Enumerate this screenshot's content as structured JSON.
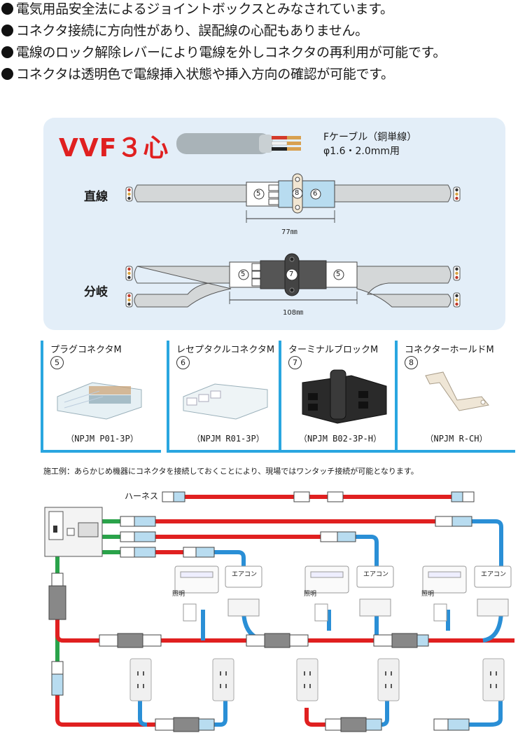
{
  "bullets": [
    "電気用品安全法によるジョイントボックスとみなされています。",
    "コネクタ接続に方向性があり、誤配線の心配もありません。",
    "電線のロック解除レバーにより電線を外しコネクタの再利用が可能です。",
    "コネクタは透明色で電線挿入状態や挿入方向の確認が可能です。"
  ],
  "diagram": {
    "title": "VVF３心",
    "cable_line1": "Fケーブル（銅単線）",
    "cable_line2": "φ1.6・2.0mm用",
    "straight_label": "直線",
    "branch_label": "分岐",
    "straight_dim": "77㎜",
    "branch_dim": "108㎜",
    "num5": "5",
    "num6": "6",
    "num7": "7",
    "num8": "8"
  },
  "products": [
    {
      "name": "プラグコネクタM",
      "num": "5",
      "code": "（NPJM P01-3P）"
    },
    {
      "name": "レセプタクルコネクタM",
      "num": "6",
      "code": "（NPJM R01-3P）"
    },
    {
      "name": "ターミナルブロックM",
      "num": "7",
      "code": "（NPJM B02-3P-H）"
    },
    {
      "name": "コネクターホールドM",
      "num": "8",
      "code": "（NPJM R-CH）"
    }
  ],
  "example_note": "施工例：あらかじめ機器にコネクタを接続しておくことにより、現場ではワンタッチ接続が可能となります。",
  "wiring": {
    "harness_label": "ハーネス",
    "aircon_label": "エアコン",
    "lighting_label": "照明"
  },
  "colors": {
    "red_wire": "#e02020",
    "blue_wire": "#2a8fd6",
    "green_wire": "#2aa34a",
    "panel_bg": "#e3eef8",
    "card_border": "#2aa6e0"
  }
}
